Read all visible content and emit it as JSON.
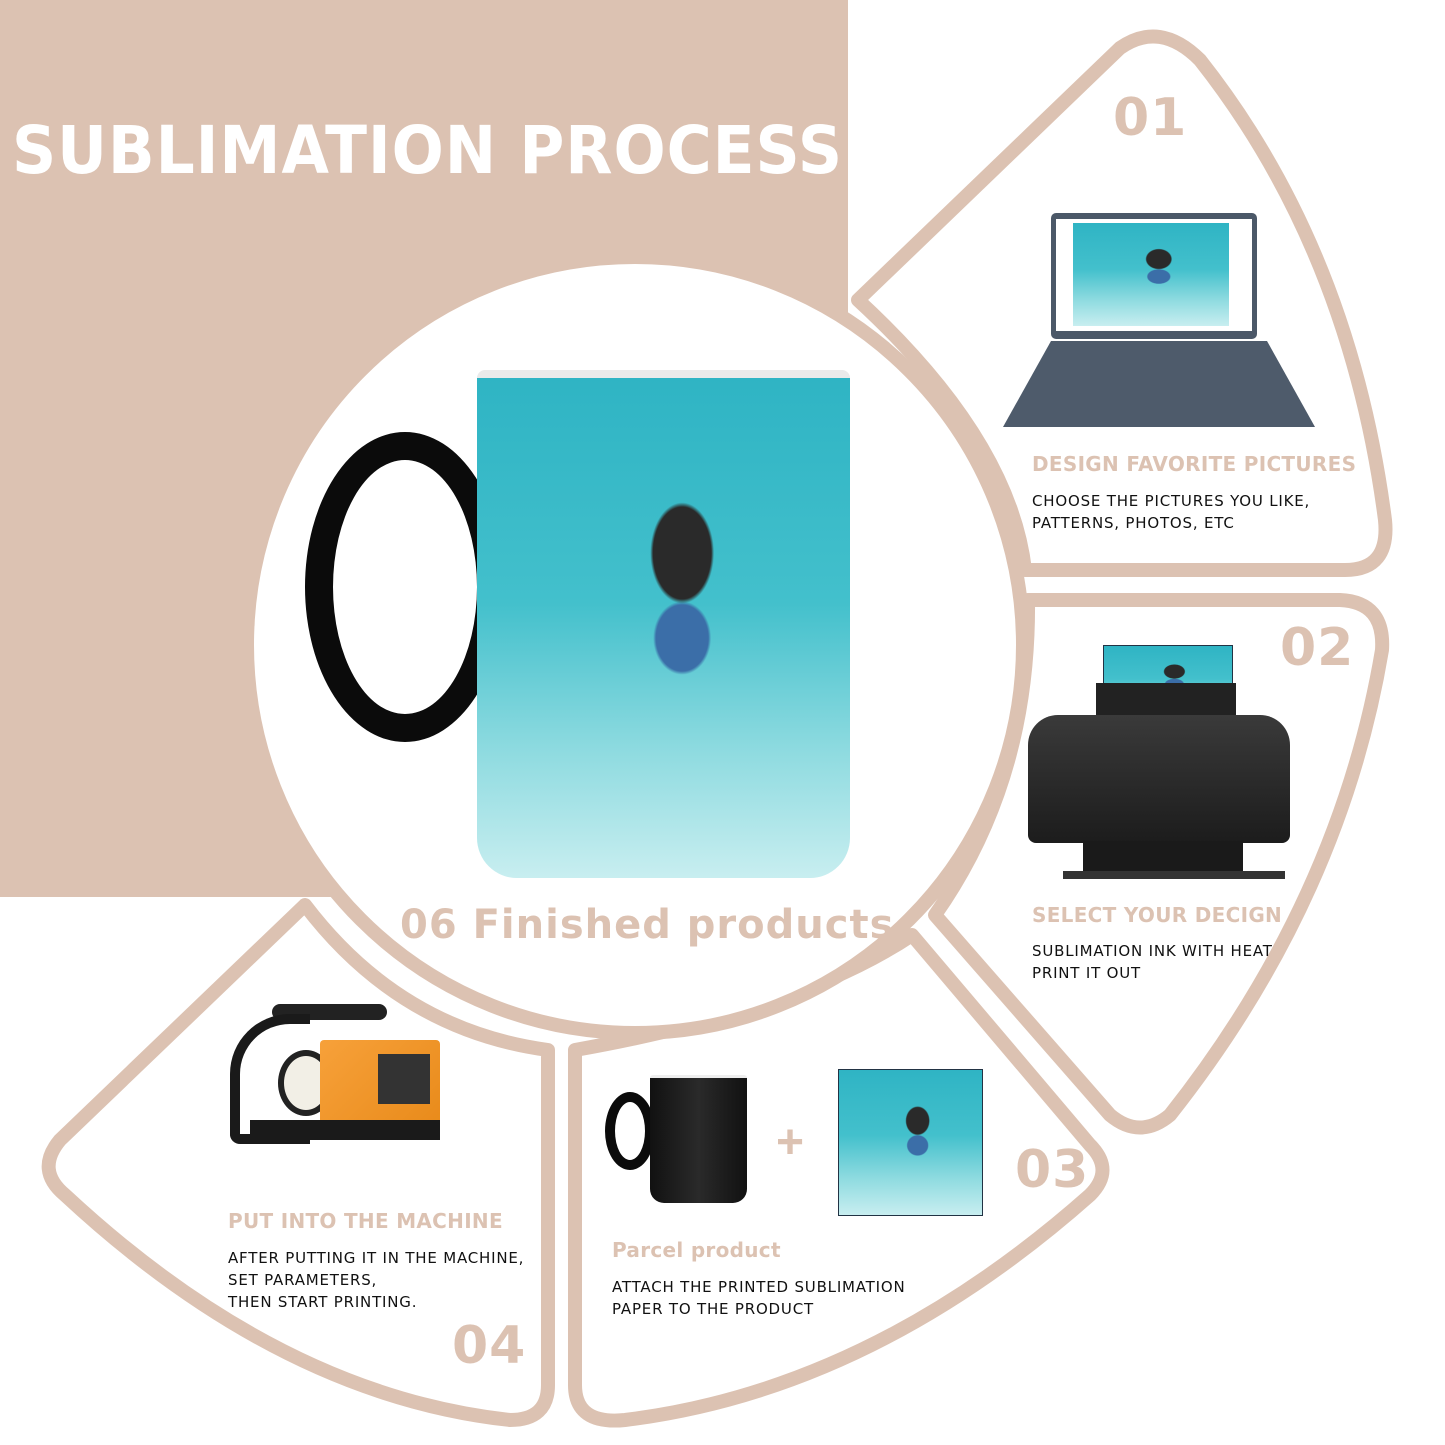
{
  "title": "SUBLIMATION PROCESS",
  "colors": {
    "accent": "#DCC2B2",
    "text": "#111111",
    "background": "#FFFFFF"
  },
  "center": {
    "label": "06 Finished products",
    "image": "finished-mug-with-snorkel-photo"
  },
  "steps": [
    {
      "number": "01",
      "title": "DESIGN FAVORITE PICTURES",
      "description": "CHOOSE THE PICTURES YOU LIKE,\nPATTERNS, PHOTOS, ETC",
      "image": "laptop-with-photo"
    },
    {
      "number": "02",
      "title": "SELECT YOUR DECIGN",
      "description": "SUBLIMATION INK WITH HEAT\nPRINT IT OUT",
      "image": "printer-with-photo"
    },
    {
      "number": "03",
      "title": "Parcel product",
      "description": "ATTACH THE PRINTED SUBLIMATION\nPAPER TO THE PRODUCT",
      "image": "black-mug-plus-photo",
      "plus": "+"
    },
    {
      "number": "04",
      "title": "PUT INTO THE MACHINE",
      "description": "AFTER PUTTING IT IN THE MACHINE,\nSET PARAMETERS,\nTHEN START PRINTING.",
      "image": "mug-heat-press-machine"
    }
  ]
}
